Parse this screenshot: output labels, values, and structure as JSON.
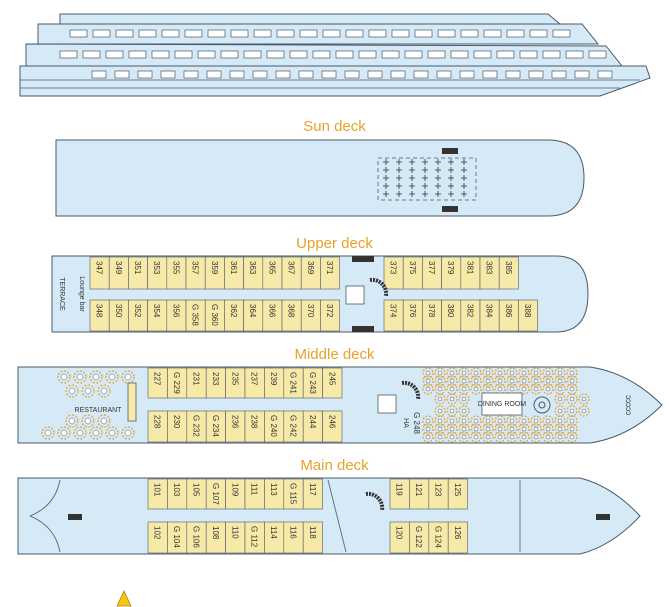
{
  "colors": {
    "hull": "#d6e9f7",
    "cabin": "#f7eaa8",
    "outline": "#4a5a6a",
    "title": "#e9a12a",
    "furniture": "#e9a12a"
  },
  "decks": {
    "sun": {
      "title": "Sun deck"
    },
    "upper": {
      "title": "Upper deck",
      "terrace_label": "TERRACE",
      "lounge_label": "Lounge bar",
      "top_cabins_a": [
        "347",
        "349",
        "351",
        "353",
        "355",
        "357",
        "359",
        "361",
        "363",
        "365",
        "367",
        "369",
        "371"
      ],
      "top_cabins_b": [
        "373",
        "375",
        "377",
        "379",
        "381",
        "383",
        "385"
      ],
      "bottom_cabins_a": [
        "348",
        "350",
        "352",
        "354",
        "356",
        "G 358",
        "G 360",
        "362",
        "364",
        "366",
        "368",
        "370",
        "372"
      ],
      "bottom_cabins_b": [
        "374",
        "376",
        "378",
        "380",
        "382",
        "384",
        "386",
        "388"
      ]
    },
    "middle": {
      "title": "Middle deck",
      "restaurant_label": "RESTAURANT",
      "dining_room_label": "DINING ROOM",
      "ship_label": "ɔɔɔɔɔ",
      "top_cabins": [
        "227",
        "G 229",
        "231",
        "233",
        "235",
        "237",
        "239",
        "G 241",
        "G 243",
        "245"
      ],
      "bottom_cabins": [
        "228",
        "230",
        "G 232",
        "G 234",
        "236",
        "238",
        "G 240",
        "G 242",
        "244",
        "246"
      ],
      "extra_cabin": "G 248",
      "ha_label": "HA"
    },
    "main": {
      "title": "Main deck",
      "top_cabins_a": [
        "101",
        "103",
        "105",
        "G 107",
        "109",
        "111",
        "113",
        "G 115",
        "117"
      ],
      "top_cabins_b": [
        "119",
        "121",
        "123",
        "125"
      ],
      "bottom_cabins_a": [
        "102",
        "G 104",
        "G 106",
        "108",
        "110",
        "G 112",
        "114",
        "116",
        "118"
      ],
      "bottom_cabins_b": [
        "120",
        "G 122",
        "G 124",
        "126"
      ]
    }
  },
  "icons": {
    "warning": "warning-icon"
  }
}
